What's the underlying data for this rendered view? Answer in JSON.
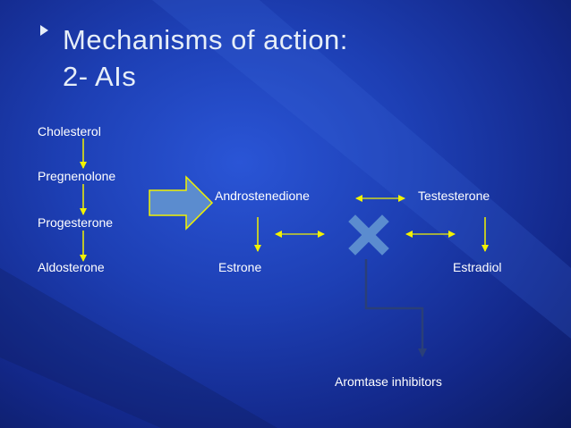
{
  "slide": {
    "title_line1": "Mechanisms of action:",
    "title_line2": "2- AIs",
    "bullet_icon": "triangle-bullet-icon"
  },
  "pathway": {
    "cholesterol": "Cholesterol",
    "pregnenolone": "Pregnenolone",
    "progesterone": "Progesterone",
    "aldosterone": "Aldosterone",
    "androstenedione": "Androstenedione",
    "testosterone": "Testesterone",
    "estrone": "Estrone",
    "estradiol": "Estradiol",
    "inhibitor": "Aromtase inhibitors"
  },
  "colors": {
    "background": "#1d3fb4",
    "title": "#e6eef8",
    "label": "#ffffff",
    "arrow": "#f2f200",
    "block_arrow": "#5b8ccf",
    "inhibition_cross": "#5b8ccf",
    "inhibitor_path": "#2a3f78"
  },
  "icons": {
    "block_arrow": "block-arrow-icon",
    "inhibition": "x-cross-icon"
  }
}
